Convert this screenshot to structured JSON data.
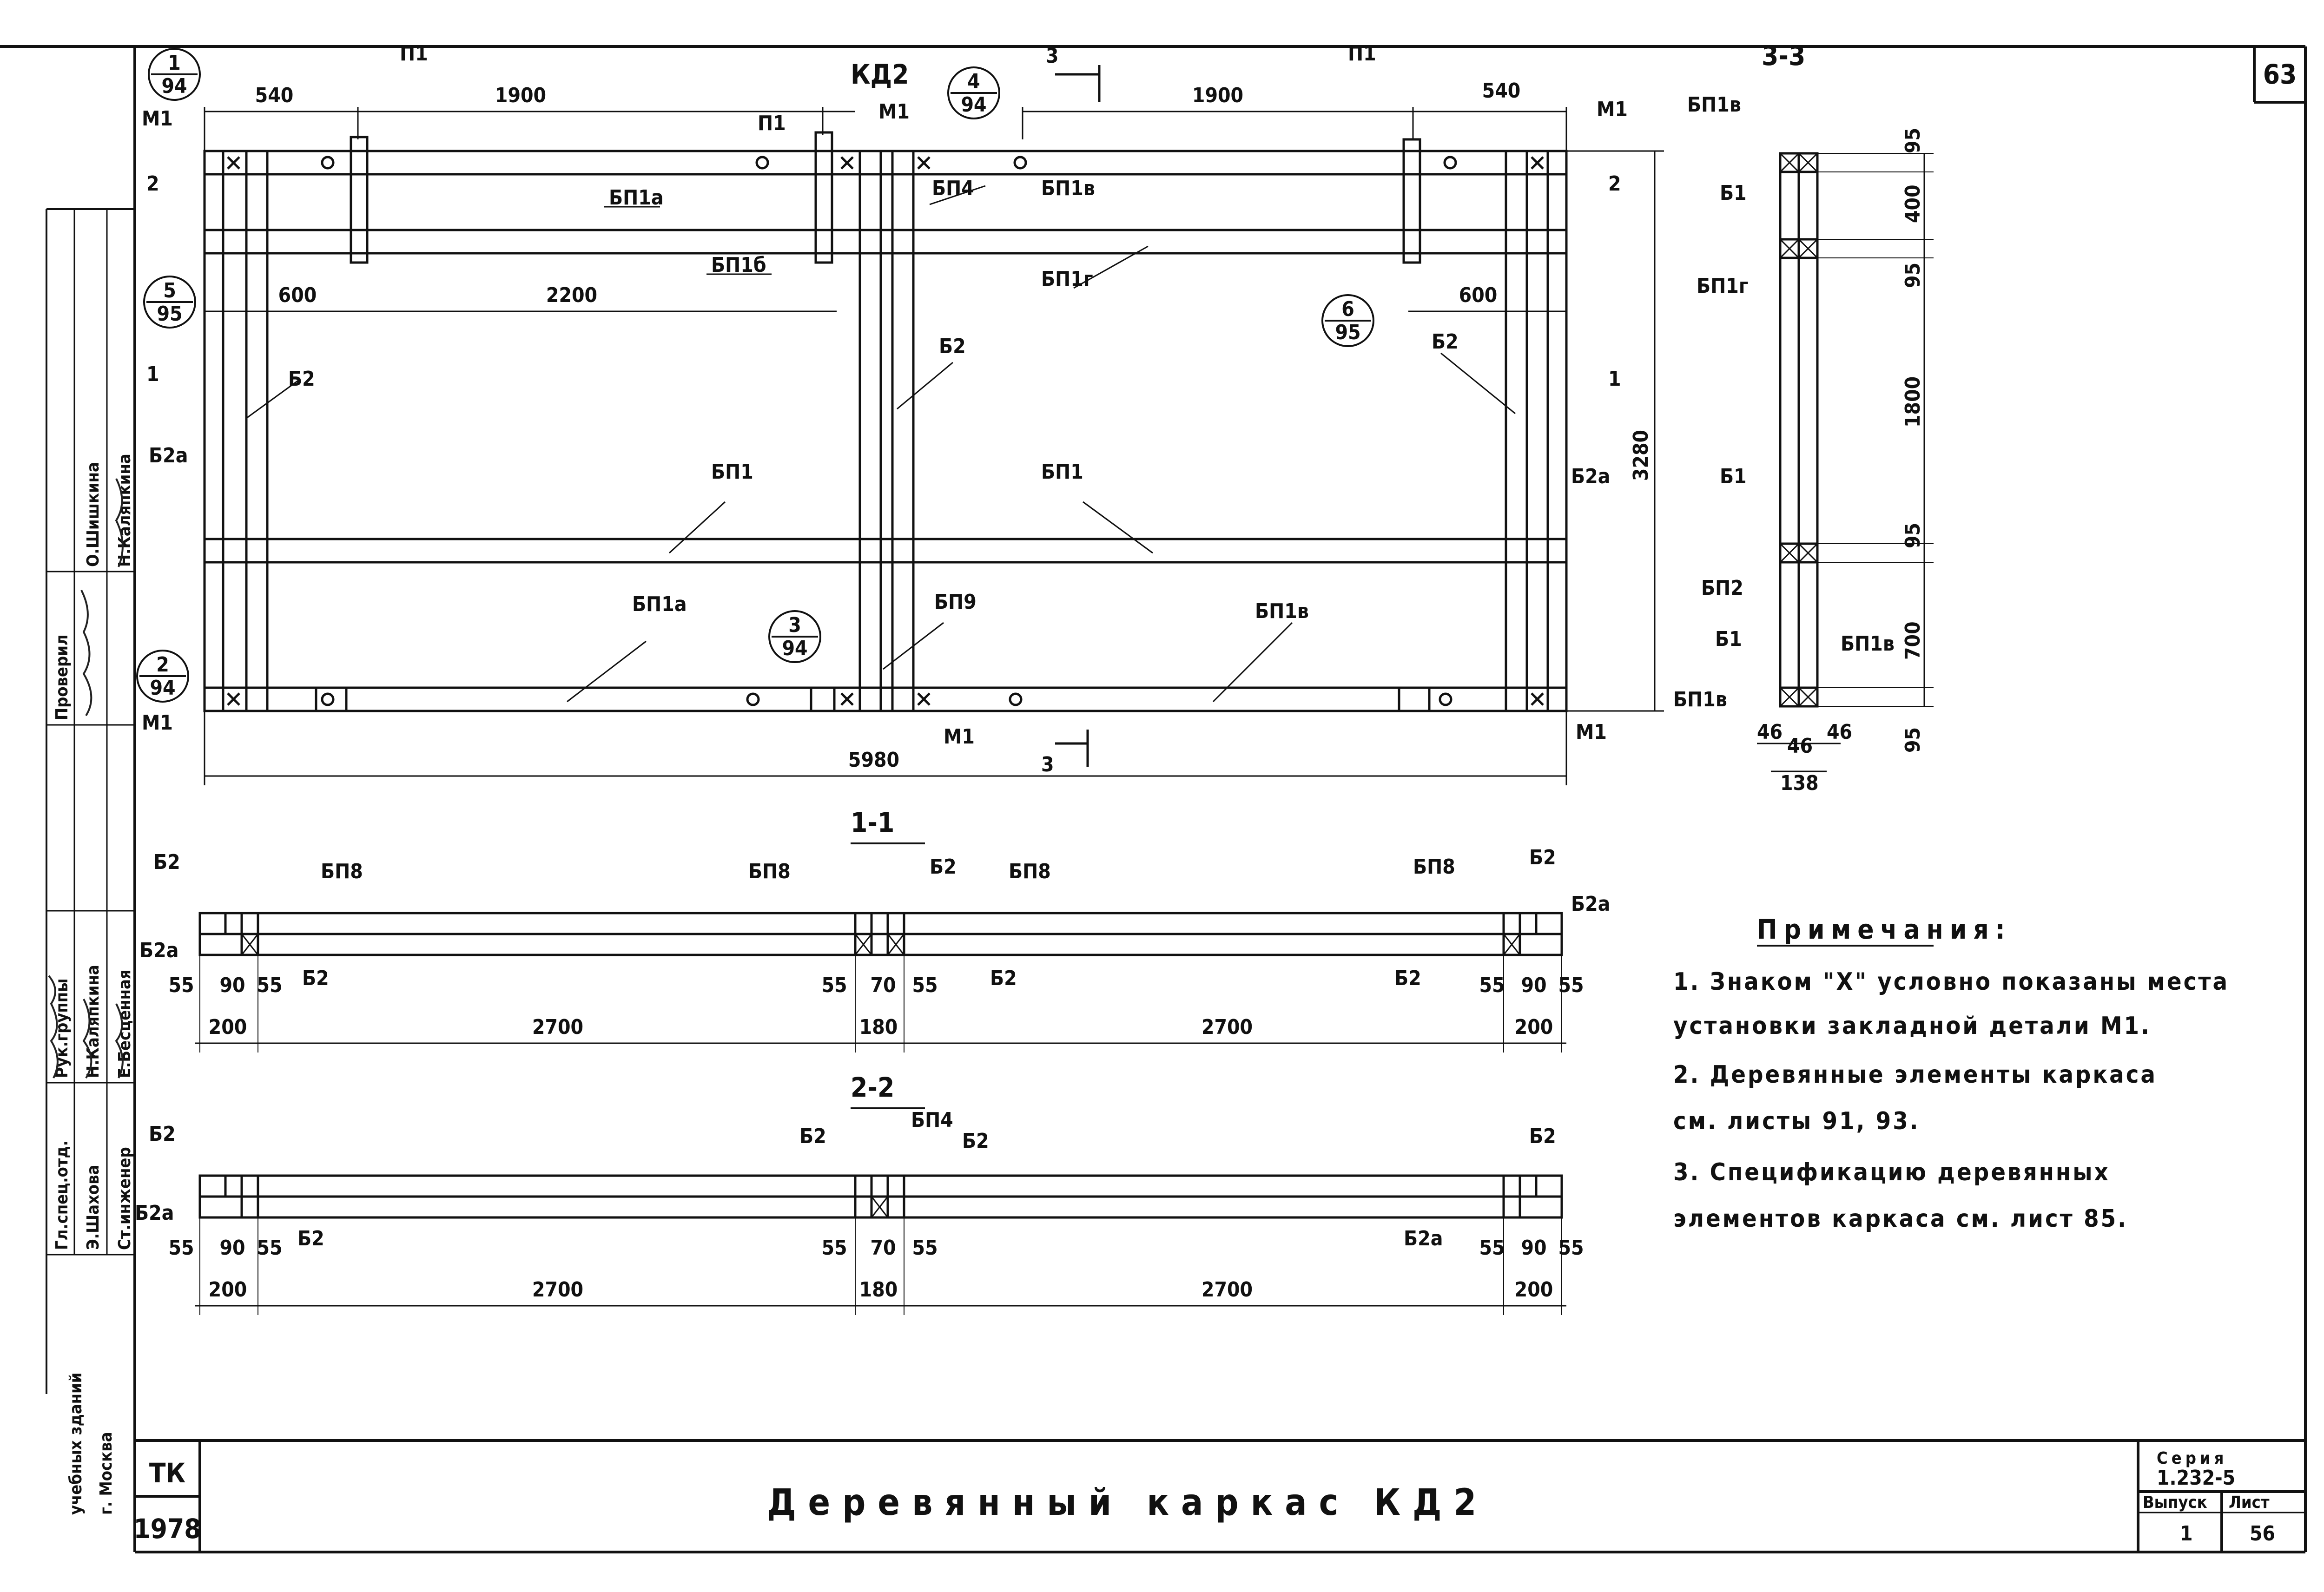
{
  "drawing": {
    "sheet_code": "63",
    "main_view_mark": "КД2",
    "frame_labels": {
      "bp1a_top": "БП1а",
      "bp1b": "БП1б",
      "bp4": "БП4",
      "bp1v_top": "БП1в",
      "bp1g": "БП1г",
      "b2_left": "Б2",
      "b2a_left": "Б2а",
      "b2_mid": "Б2",
      "b2_right": "Б2",
      "b2a_right": "Б2а",
      "bp1_left": "БП1",
      "bp1_right": "БП1",
      "bp1a_bottom": "БП1а",
      "bp9": "БП9",
      "bp1v_bottom": "БП1в",
      "m1": "М1",
      "p1": "П1"
    },
    "callouts": [
      {
        "num": "1",
        "sheet": "94"
      },
      {
        "num": "4",
        "sheet": "94"
      },
      {
        "num": "5",
        "sheet": "95"
      },
      {
        "num": "6",
        "sheet": "95"
      },
      {
        "num": "3",
        "sheet": "94"
      },
      {
        "num": "2",
        "sheet": "94"
      }
    ],
    "section_marks": {
      "one": "1",
      "two": "2",
      "three": "3"
    },
    "main_dims": {
      "d540": "540",
      "d1900": "1900",
      "d600": "600",
      "d2200": "2200",
      "d5980": "5980",
      "d3280": "3280"
    },
    "section33": {
      "title": "3-3",
      "labels": [
        "БП1в",
        "Б1",
        "БП1г",
        "Б1",
        "БП2",
        "Б1",
        "БП1в",
        "БП1в"
      ],
      "vdims": [
        "95",
        "400",
        "95",
        "1800",
        "95",
        "700",
        "95"
      ],
      "hdims": {
        "a": "46",
        "b": "46",
        "c": "46",
        "total": "138"
      }
    },
    "section11": {
      "title": "1-1",
      "labels": {
        "b2": "Б2",
        "b2a": "Б2а",
        "bp8": "БП8"
      },
      "dims": {
        "d55": "55",
        "d90": "90",
        "d70": "70",
        "d200": "200",
        "d180": "180",
        "d2700": "2700"
      }
    },
    "section22": {
      "title": "2-2",
      "labels": {
        "b2": "Б2",
        "b2a": "Б2а",
        "bp4": "БП4"
      },
      "dims": {
        "d55": "55",
        "d90": "90",
        "d70": "70",
        "d200": "200",
        "d180": "180",
        "d2700": "2700"
      }
    },
    "notes": {
      "heading": "Примечания:",
      "items": [
        "1. Знаком \"Х\" условно показаны места",
        "установки закладной детали М1.",
        "2. Деревянные элементы каркаса",
        "см. листы 91, 93.",
        "3. Спецификацию деревянных",
        "элементов каркаса см. лист 85."
      ]
    }
  },
  "title_block": {
    "org": "ТК",
    "year": "1978",
    "title": "Деревянный каркас КД2",
    "series_label": "Серия",
    "series_value": "1.232-5",
    "issue_label": "Выпуск",
    "issue_value": "1",
    "sheet_label": "Лист",
    "sheet_value": "56",
    "side_rows": [
      {
        "role": "Гл.спец.отд.",
        "name": "Э.Шахова"
      },
      {
        "role": "Рук.группы",
        "name": "Н.Каляпкина"
      },
      {
        "role": "Ст.инженер",
        "name": "Е.Бесценная"
      },
      {
        "role": "Проверил",
        "name": "Н.Каляпкина"
      },
      {
        "role": "",
        "name": "О.Шишкина"
      }
    ],
    "side_caption_1": "учебных зданий",
    "side_caption_2": "г. Москва"
  }
}
